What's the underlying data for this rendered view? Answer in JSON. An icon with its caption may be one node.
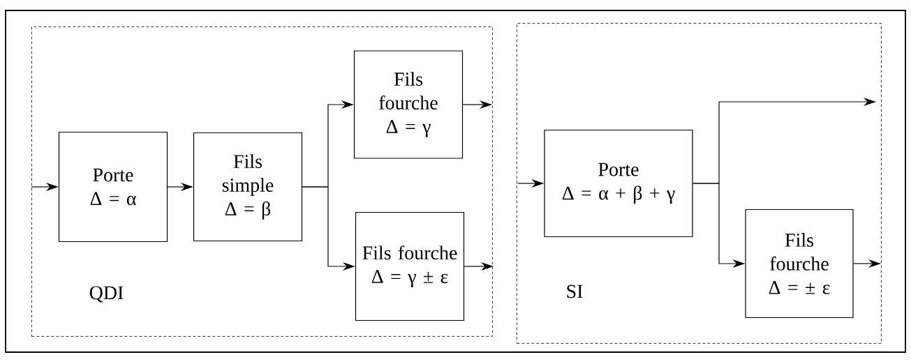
{
  "diagram": {
    "nodes": [
      {
        "text": [
          "QDI"
        ]
      },
      {
        "text": [
          "Porte",
          "Δ = α"
        ],
        "in": 0
      },
      {
        "text": [
          "Fils simple",
          "Δ = β"
        ],
        "in": 0
      },
      {
        "text": [
          "Fils fourche",
          "Δ = γ"
        ],
        "in": 0
      },
      {
        "text": [
          "Fils fourche",
          "Δ = γ ± ε"
        ],
        "in": 0
      },
      {
        "text": [
          "SI"
        ]
      },
      {
        "text": [
          "Porte",
          "Δ = α + β + γ"
        ],
        "in": 5
      },
      {
        "text": [
          "Fils fourche",
          "Δ = ± ε"
        ],
        "in": 5
      }
    ],
    "edges": [
      {
        "from": null,
        "to": 1,
        "arrow": "to"
      },
      {
        "from": 1,
        "to": 2,
        "arrow": "to"
      },
      {
        "from": 2,
        "to": 3,
        "arrow": "to"
      },
      {
        "from": 2,
        "to": 4,
        "arrow": "to"
      },
      {
        "from": 3,
        "to": null,
        "arrow": "to"
      },
      {
        "from": 4,
        "to": null,
        "arrow": "to"
      },
      {
        "from": null,
        "to": 6,
        "arrow": "to"
      },
      {
        "from": 6,
        "to": null,
        "arrow": "to"
      },
      {
        "from": 6,
        "to": 7,
        "arrow": "to"
      },
      {
        "from": 7,
        "to": null,
        "arrow": "to"
      }
    ]
  }
}
